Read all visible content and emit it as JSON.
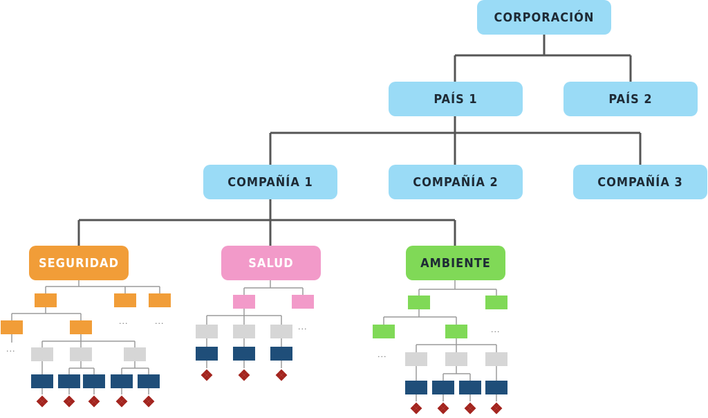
{
  "colors": {
    "top": "#9adbf6",
    "seguridad": "#f19d38",
    "salud": "#f29ac9",
    "ambiente": "#80d957",
    "placeholder": "#d6d6d6",
    "leaf": "#1f4e79",
    "marker": "#a3241e",
    "line": "#555555",
    "thin_line": "#9a9a9a"
  },
  "nodes": {
    "corporacion": "CORPORACIÓN",
    "pais1": "PAÍS 1",
    "pais2": "PAÍS 2",
    "compania1": "COMPAÑÍA 1",
    "compania2": "COMPAÑÍA 2",
    "compania3": "COMPAÑÍA 3",
    "seguridad": "SEGURIDAD",
    "salud": "SALUD",
    "ambiente": "AMBIENTE"
  },
  "ellipsis": "..."
}
